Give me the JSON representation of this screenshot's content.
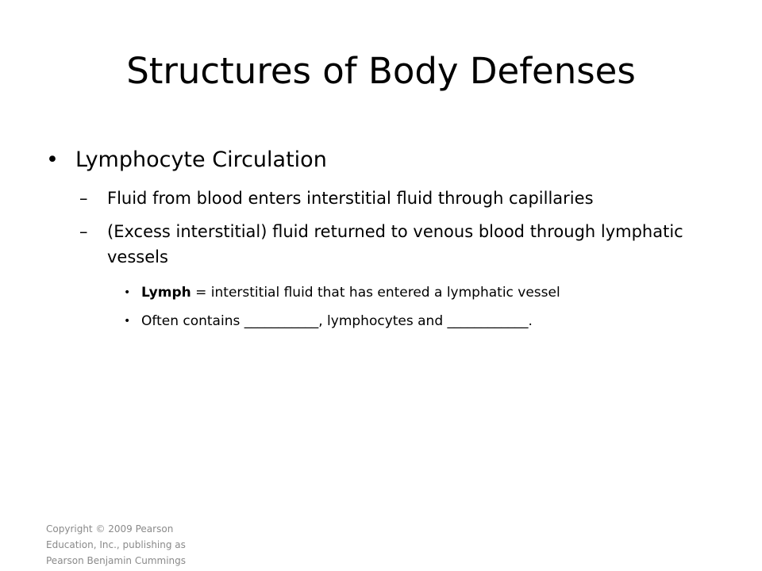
{
  "slide": {
    "title": "Structures of Body Defenses",
    "bullets": {
      "b1": "Lymphocyte Circulation",
      "sub1": "Fluid from blood enters interstitial fluid through capillaries",
      "sub2": "(Excess interstitial) fluid returned to venous blood through lymphatic vessels",
      "sub2a_bold": "Lymph",
      "sub2a_rest": " = interstitial fluid that has entered a lymphatic vessel",
      "sub2b": "Often contains ___________, lymphocytes and ____________."
    },
    "symbols": {
      "bullet": "•",
      "dash": "–"
    },
    "copyright": "Copyright © 2009 Pearson Education, Inc., publishing as Pearson Benjamin Cummings"
  }
}
